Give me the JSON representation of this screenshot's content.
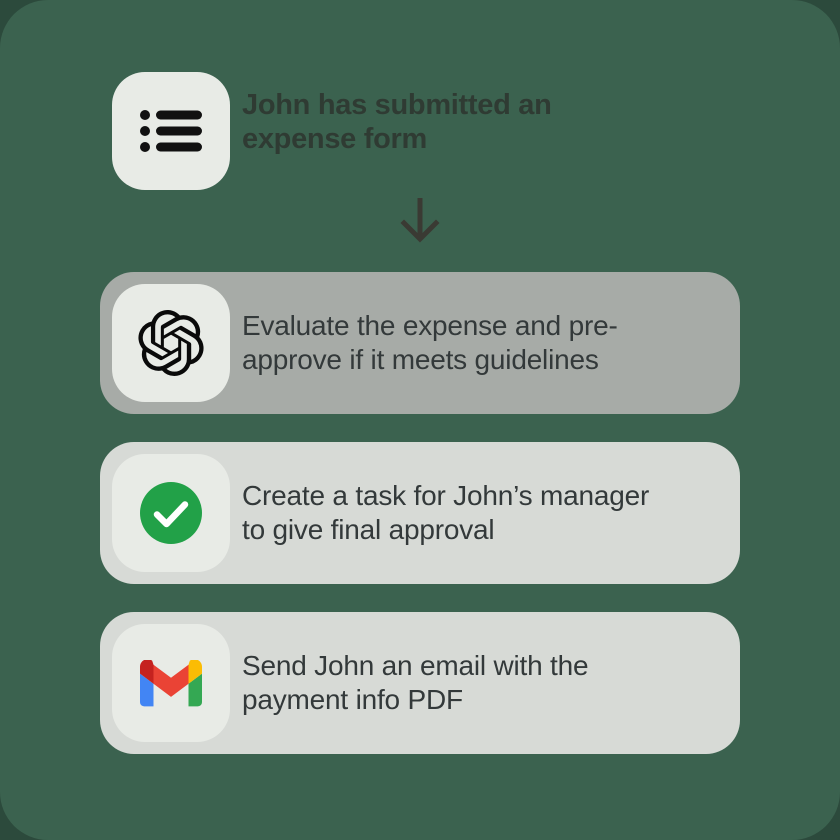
{
  "background_color": "#3b624f",
  "trigger": {
    "icon": "list-icon",
    "text": "John has submitted an expense form"
  },
  "connector": {
    "icon": "arrow-down-icon"
  },
  "steps": [
    {
      "icon": "openai-logo-icon",
      "text": "Evaluate the expense and pre-approve if it meets guidelines",
      "state": "active",
      "card_color": "#a7aba7"
    },
    {
      "icon": "green-check-circle-icon",
      "text": "Create a task for John’s manager to give final approval",
      "state": "default",
      "card_color": "#d7dad6"
    },
    {
      "icon": "gmail-logo-icon",
      "text": "Send John an email with the payment info PDF",
      "state": "default",
      "card_color": "#d7dad6"
    }
  ],
  "colors": {
    "tile": "#e8ebe6",
    "text_dark": "#33393a",
    "trigger_text": "#2f3b33",
    "check_green": "#22a148",
    "gmail_red": "#ea4335",
    "gmail_blue": "#4285f4",
    "gmail_yellow": "#fbbc04",
    "gmail_green": "#34a853"
  }
}
